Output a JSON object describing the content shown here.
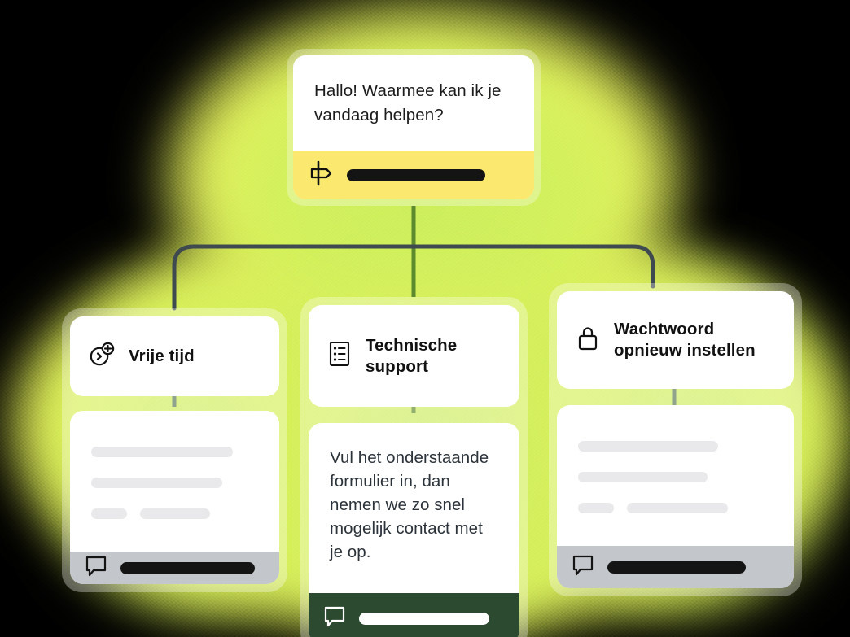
{
  "root": {
    "message": "Hallo! Waarmee kan ik je vandaag helpen?",
    "icon": "signpost-icon",
    "bar_color": "#FAE96E"
  },
  "branches": [
    {
      "id": "vrije-tijd",
      "label": "Vrije tijd",
      "icon": "clock-plus-icon",
      "body_type": "skeleton",
      "footer": {
        "icon": "speech-bubble-icon",
        "style": "grey",
        "bar_color": "#141414",
        "background": "#C3C7CB"
      }
    },
    {
      "id": "technische-support",
      "label": "Technische support",
      "icon": "server-rack-icon",
      "body_type": "text",
      "body_text": "Vul het onderstaande formulier in, dan nemen we zo snel mogelijk contact met je op.",
      "footer": {
        "icon": "speech-bubble-icon",
        "style": "green",
        "bar_color": "#FFFFFF",
        "background": "#2B4A2F"
      }
    },
    {
      "id": "wachtwoord-opnieuw-instellen",
      "label": "Wachtwoord opnieuw instellen",
      "icon": "padlock-icon",
      "body_type": "skeleton",
      "footer": {
        "icon": "speech-bubble-icon",
        "style": "grey",
        "bar_color": "#141414",
        "background": "#C3C7CB"
      }
    }
  ],
  "theme": {
    "background": "#000000",
    "glow_green": "#C9EE5C",
    "glow_yellow": "#F0F055",
    "connector_dark": "#3E4A50",
    "connector_green": "#5C8A2E",
    "skeleton_grey": "#E9E9EB"
  }
}
